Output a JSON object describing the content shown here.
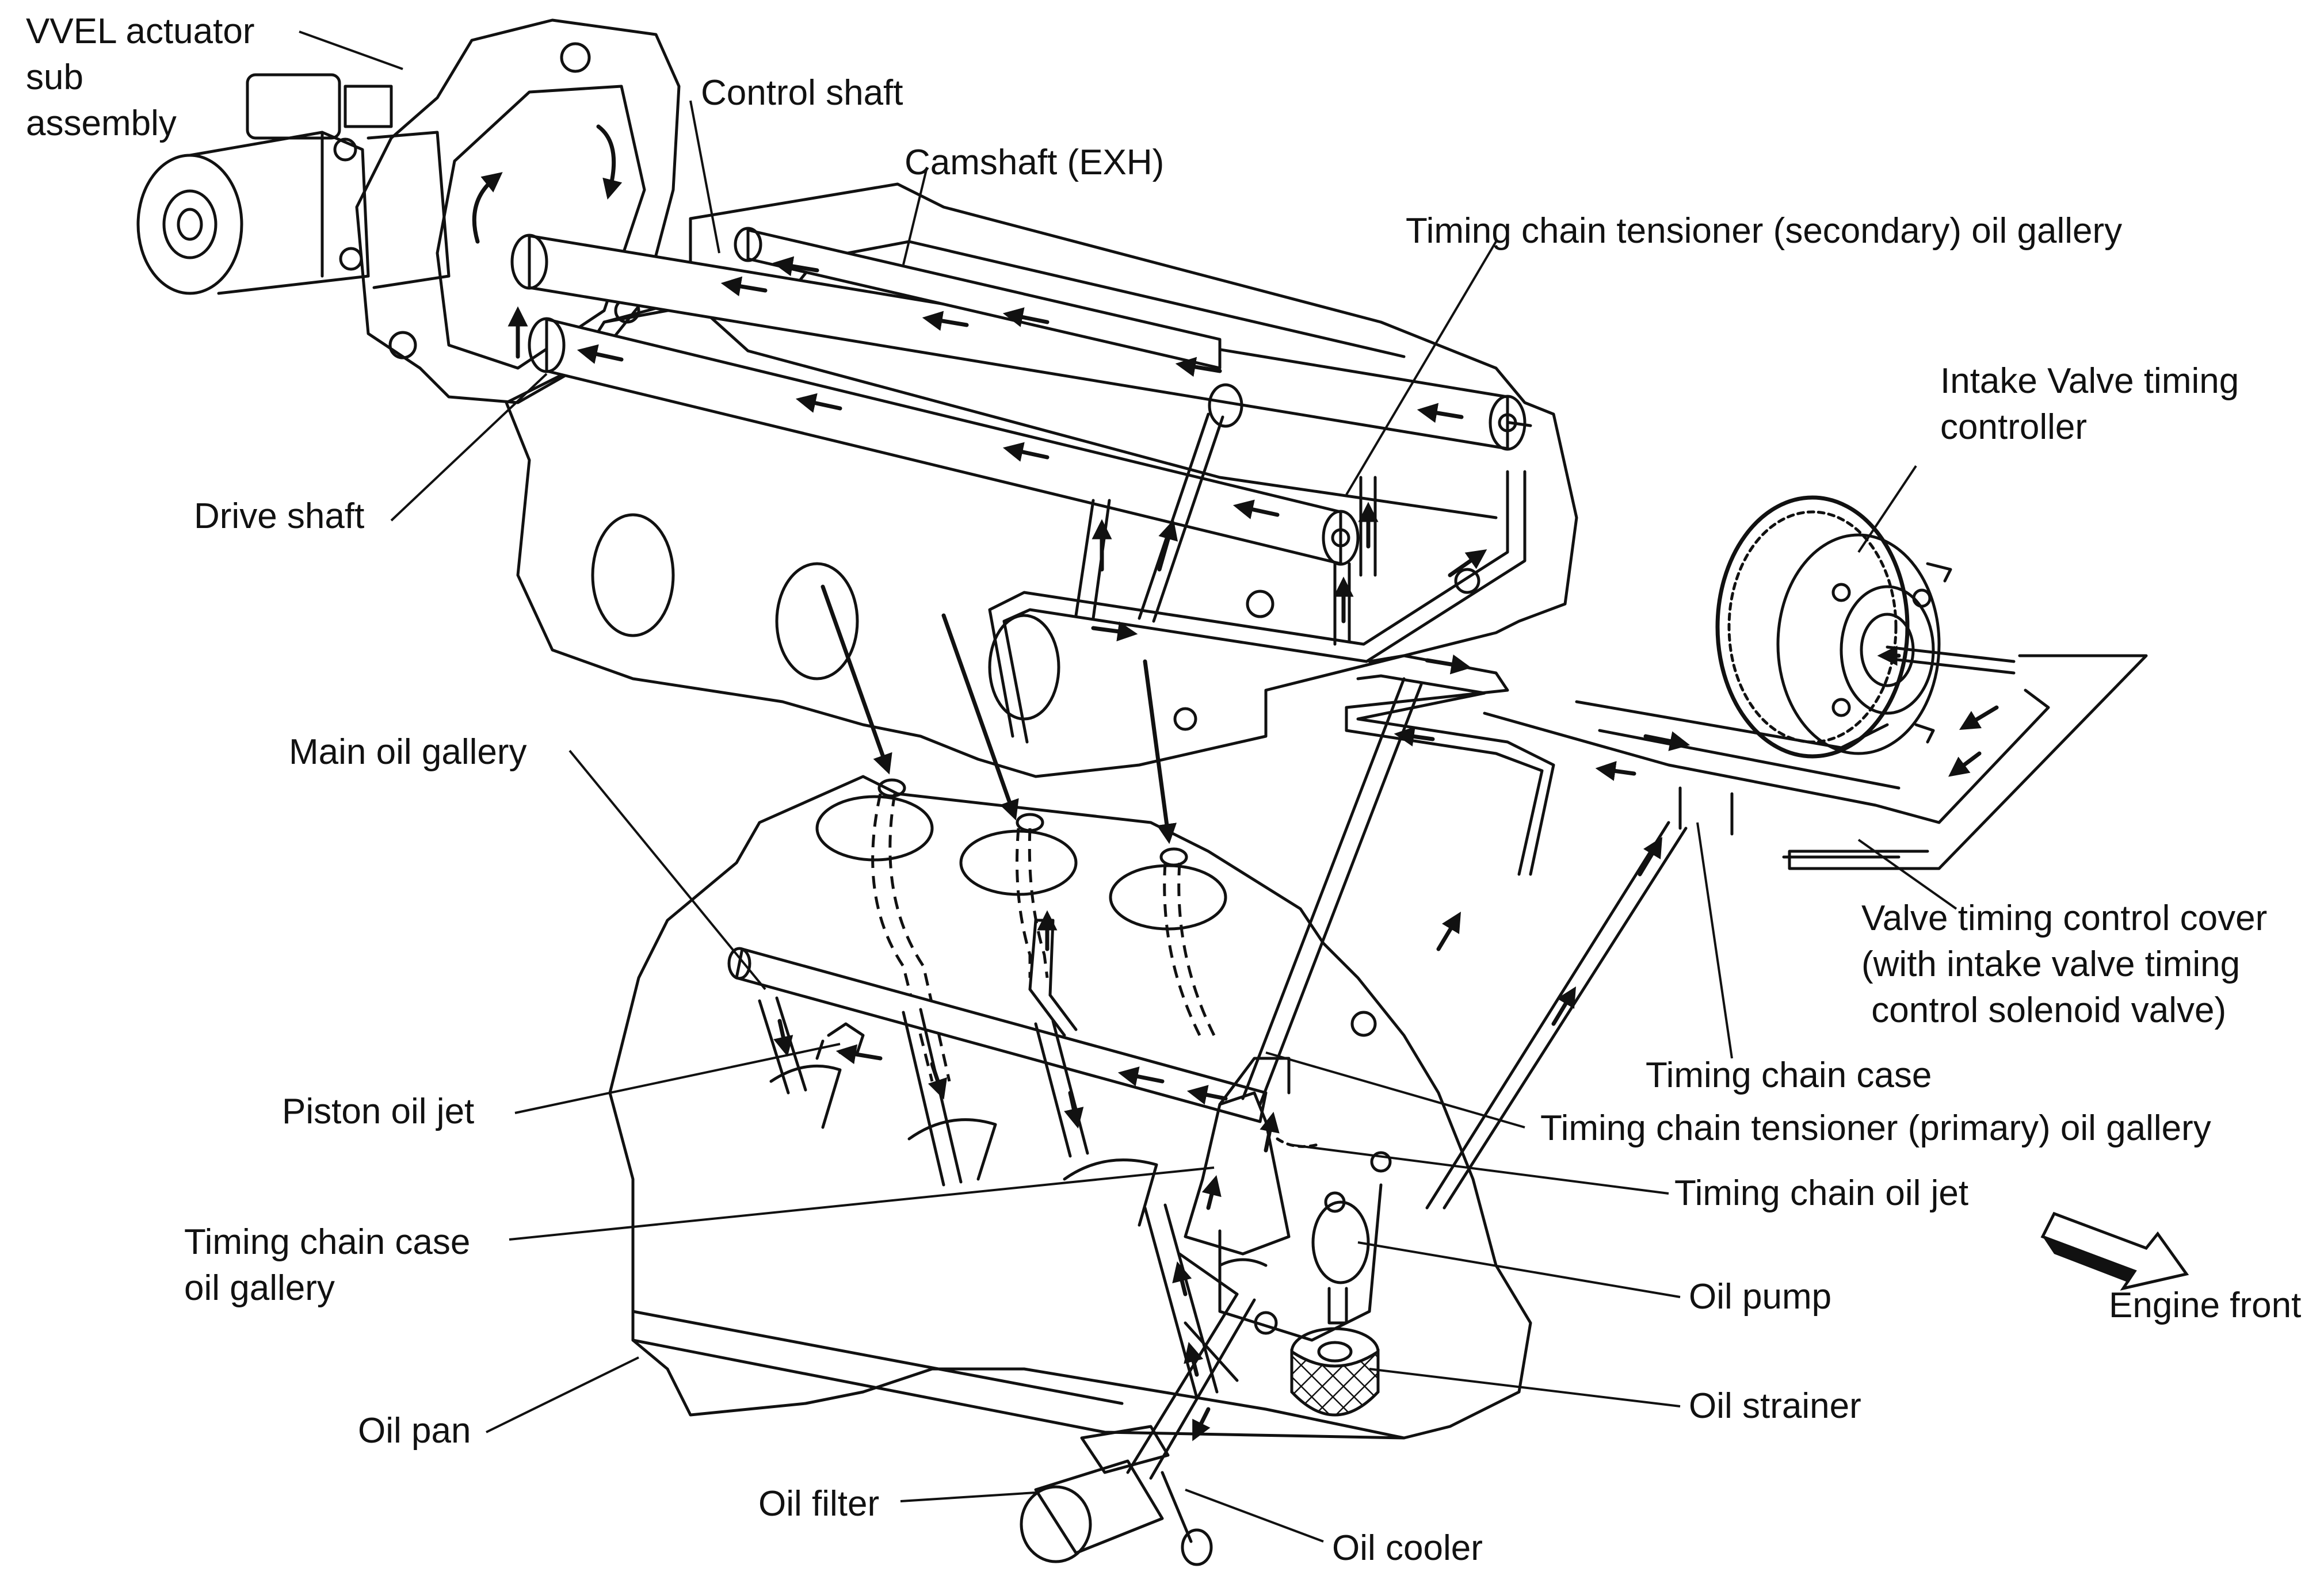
{
  "labels": {
    "vvel_actuator": [
      "VVEL actuator",
      "sub",
      "assembly"
    ],
    "control_shaft": "Control shaft",
    "camshaft_exh": "Camshaft (EXH)",
    "tensioner_secondary": "Timing chain tensioner (secondary) oil gallery",
    "intake_vtc": [
      "Intake Valve timing",
      "controller"
    ],
    "drive_shaft": "Drive shaft",
    "main_oil_gallery": "Main oil gallery",
    "vtc_cover": [
      "Valve timing control cover",
      "(with intake valve timing",
      " control solenoid valve)"
    ],
    "timing_chain_case": "Timing chain case",
    "tensioner_primary": "Timing chain tensioner (primary) oil gallery",
    "piston_oil_jet": "Piston oil jet",
    "timing_chain_oil_jet": "Timing chain oil jet",
    "timing_chain_case_gallery": [
      "Timing chain case",
      "oil gallery"
    ],
    "oil_pump": "Oil pump",
    "engine_front": "Engine front",
    "oil_pan": "Oil pan",
    "oil_strainer": "Oil strainer",
    "oil_filter": "Oil filter",
    "oil_cooler": "Oil cooler"
  },
  "colors": {
    "ink": "#111111",
    "background": "#ffffff"
  }
}
